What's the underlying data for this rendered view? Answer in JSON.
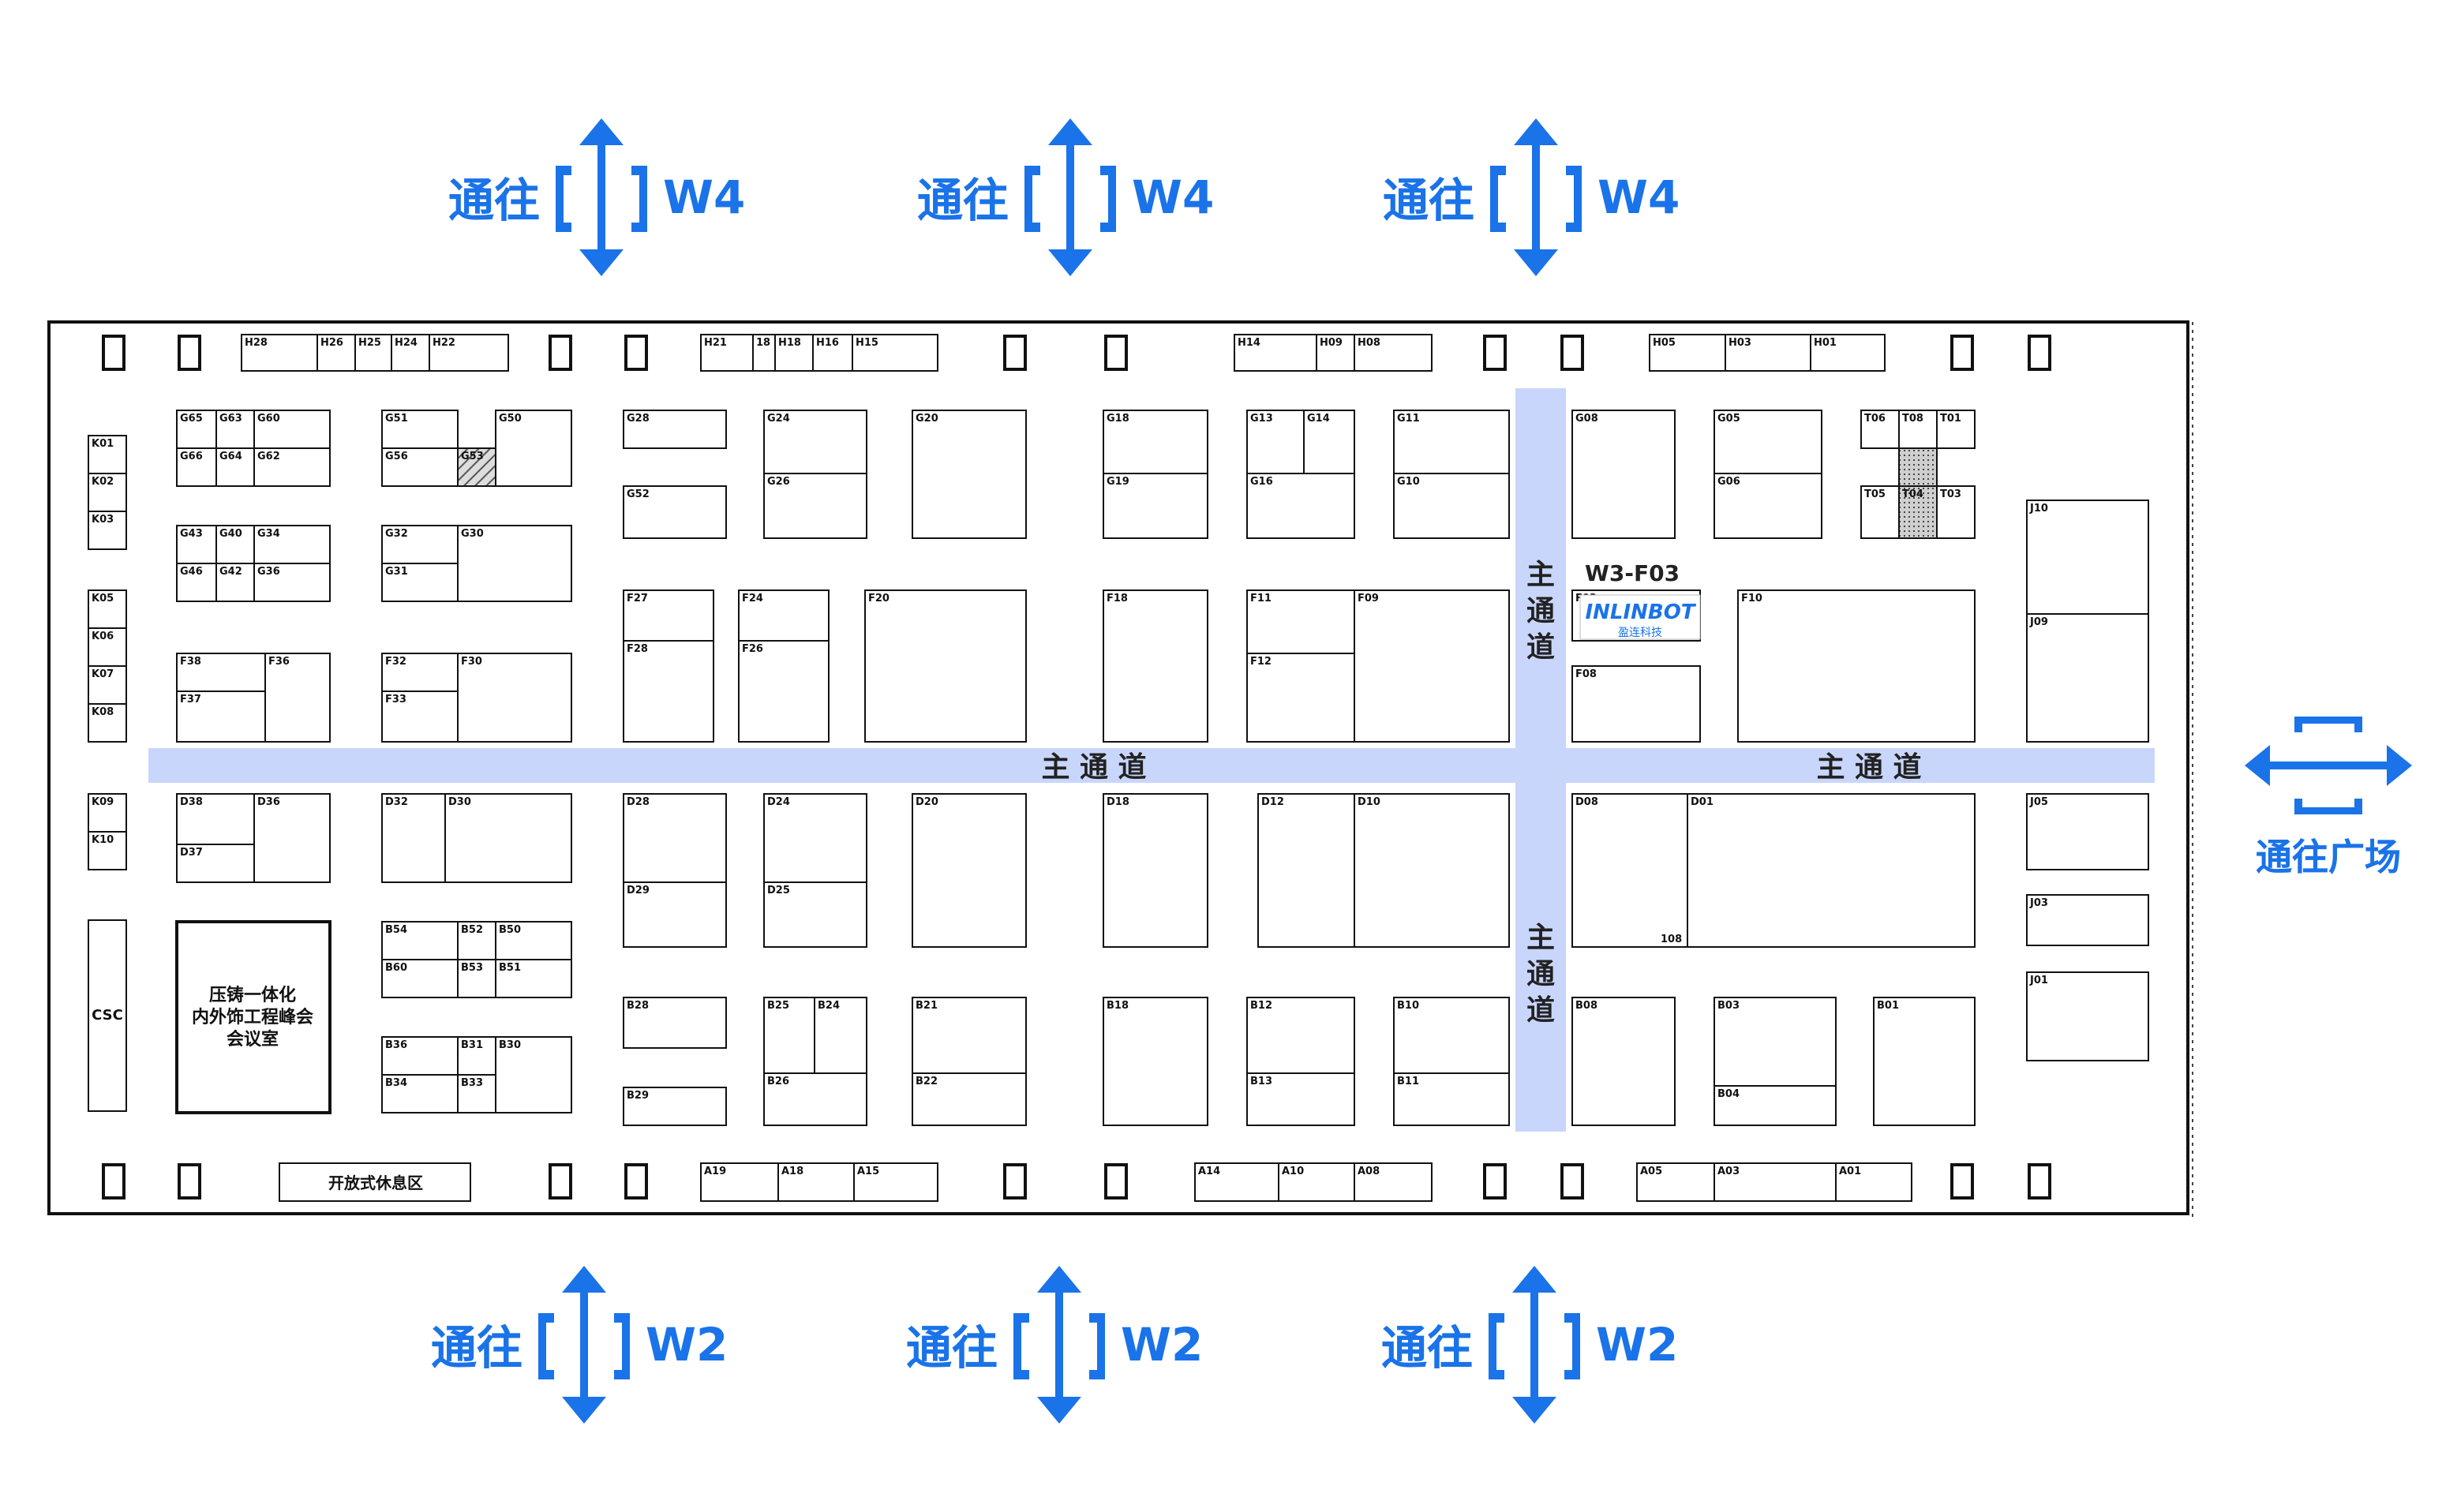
{
  "colors": {
    "accent": "#1a73e8",
    "aisle": "#c9d6fc",
    "line": "#111111",
    "hatch": "#777777"
  },
  "exits": {
    "top": [
      {
        "to": "通往",
        "code": "W4"
      },
      {
        "to": "通往",
        "code": "W4"
      },
      {
        "to": "通往",
        "code": "W4"
      }
    ],
    "bottom": [
      {
        "to": "通往",
        "code": "W2"
      },
      {
        "to": "通往",
        "code": "W2"
      },
      {
        "to": "通往",
        "code": "W2"
      }
    ],
    "right": {
      "label": "通往广场"
    }
  },
  "aisles": {
    "main_label": "主通道",
    "main_label_spaced": "主 通 道"
  },
  "highlight": {
    "booth_code": "W3-F03",
    "logo_text": "INLINBOT",
    "logo_cn": "盈连科技",
    "icon": "company-logo-icon"
  },
  "rooms": {
    "meeting": [
      "压铸一体化",
      "内外饰工程峰会",
      "会议室"
    ],
    "lounge": "开放式休息区",
    "service": "CSC"
  },
  "booths": [
    "H28",
    "H26",
    "H25",
    "H24",
    "H22",
    "H21",
    "18",
    "H18",
    "H16",
    "H15",
    "H14",
    "H09",
    "H08",
    "H05",
    "H03",
    "H01",
    "K01",
    "K02",
    "K03",
    "K05",
    "K06",
    "K07",
    "K08",
    "K09",
    "K10",
    "G65",
    "G63",
    "G60",
    "G66",
    "G64",
    "G62",
    "G51",
    "G50",
    "G56",
    "G53",
    "G43",
    "G40",
    "G34",
    "G46",
    "G42",
    "G36",
    "G32",
    "G30",
    "G31",
    "G28",
    "G52",
    "G24",
    "G26",
    "G20",
    "G18",
    "G19",
    "G13",
    "G14",
    "G16",
    "G11",
    "G10",
    "G08",
    "G05",
    "G06",
    "T06",
    "T08",
    "T01",
    "T05",
    "T04",
    "T03",
    "F38",
    "F36",
    "F37",
    "F32",
    "F30",
    "F33",
    "F27",
    "F28",
    "F24",
    "F26",
    "F20",
    "F18",
    "F11",
    "F12",
    "F09",
    "F03",
    "F08",
    "F10",
    "J10",
    "J09",
    "J05",
    "J03",
    "J01",
    "D38",
    "D36",
    "D37",
    "D32",
    "D30",
    "D28",
    "D29",
    "D24",
    "D25",
    "D20",
    "D18",
    "D12",
    "D10",
    "D08",
    "D01",
    "108",
    "B54",
    "B52",
    "B50",
    "B60",
    "B53",
    "B51",
    "B36",
    "B31",
    "B30",
    "B34",
    "B33",
    "B28",
    "B29",
    "B25",
    "B24",
    "B26",
    "B21",
    "B22",
    "B18",
    "B12",
    "B13",
    "B10",
    "B11",
    "B08",
    "B03",
    "B04",
    "B01",
    "A19",
    "A18",
    "A15",
    "A14",
    "A10",
    "A08",
    "A05",
    "A03",
    "A01"
  ]
}
